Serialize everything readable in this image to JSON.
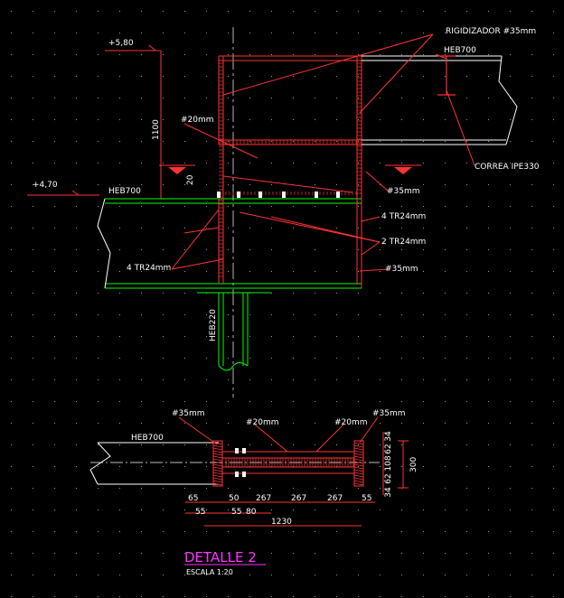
{
  "colors": {
    "background": "#000000",
    "dots": "#9a9a9a",
    "structure": "#ffffff",
    "beam": "#00ff00",
    "rebar": "#ff3333",
    "title": "#ff33ff"
  },
  "elevation": {
    "level_top": "+5,80",
    "level_mid": "+4,70",
    "dim_height": "1100",
    "dim_small": "20",
    "label_rigidizador": "RIGIDIZADOR #35mm",
    "label_heb700_right": "HEB700",
    "label_heb700_left": "HEB700",
    "label_bar20": "#20mm",
    "label_correa": "CORREA IPE330",
    "label_35_upper": "#35mm",
    "label_4tr_right": "4 TR24mm",
    "label_2tr": "2 TR24mm",
    "label_35_lower": "#35mm",
    "label_4tr_left": "4 TR24mm",
    "label_heb220": "HEB220"
  },
  "plan": {
    "label_35_left": "#35mm",
    "label_20_a": "#20mm",
    "label_20_b": "#20mm",
    "label_35_right": "#35mm",
    "label_heb700": "HEB700",
    "right_dims": [
      "34",
      "62",
      "108",
      "62",
      "34"
    ],
    "dim_300": "300",
    "bottom_row1": [
      "65",
      "50",
      "267",
      "267",
      "267",
      "55"
    ],
    "bottom_row2": [
      "55",
      "55",
      "80"
    ],
    "dim_total": "1230"
  },
  "title": {
    "main": "DETALLE 2",
    "scale": "ESCALA 1:20"
  }
}
